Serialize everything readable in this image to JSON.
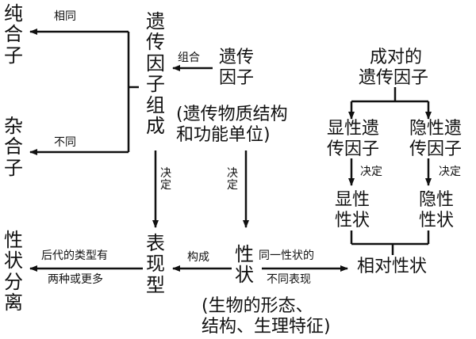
{
  "diagram": {
    "pure_line": "纯合子",
    "hybrid": "杂合子",
    "same_label": "相同",
    "different_label": "不同",
    "gene_pair_composition": "遗传因子组成",
    "combine_label": "组合",
    "gene": "遗传因子",
    "gene_note": "(遗传物质结构和功能单位)",
    "gene_note_line1": "(遗传物质结构",
    "gene_note_line2": "和功能单位)",
    "decide_label_left": "决定",
    "decide_label_right": "决定",
    "phenotype": "表现型",
    "trait": "性状",
    "trait_note_line1": "(生物的形态、",
    "trait_note_line2": "结构、生理特征)",
    "compose_label": "构成",
    "offspring_label_line1": "后代的类型有",
    "offspring_label_line2": "两种或更多",
    "trait_separation": "性状分离",
    "same_trait_label": "同一性状的",
    "different_expression_label": "不同表现",
    "relative_trait": "相对性状",
    "paired_genes_line1": "成对的",
    "paired_genes_line2": "遗传因子",
    "dominant_gene_line1": "显性遗",
    "dominant_gene_line2": "传因子",
    "recessive_gene_line1": "隐性遗",
    "recessive_gene_line2": "传因子",
    "dominant_decide": "决定",
    "recessive_decide": "决定",
    "dominant_trait_line1": "显性",
    "dominant_trait_line2": "性状",
    "recessive_trait_line1": "隐性",
    "recessive_trait_line2": "性状"
  }
}
